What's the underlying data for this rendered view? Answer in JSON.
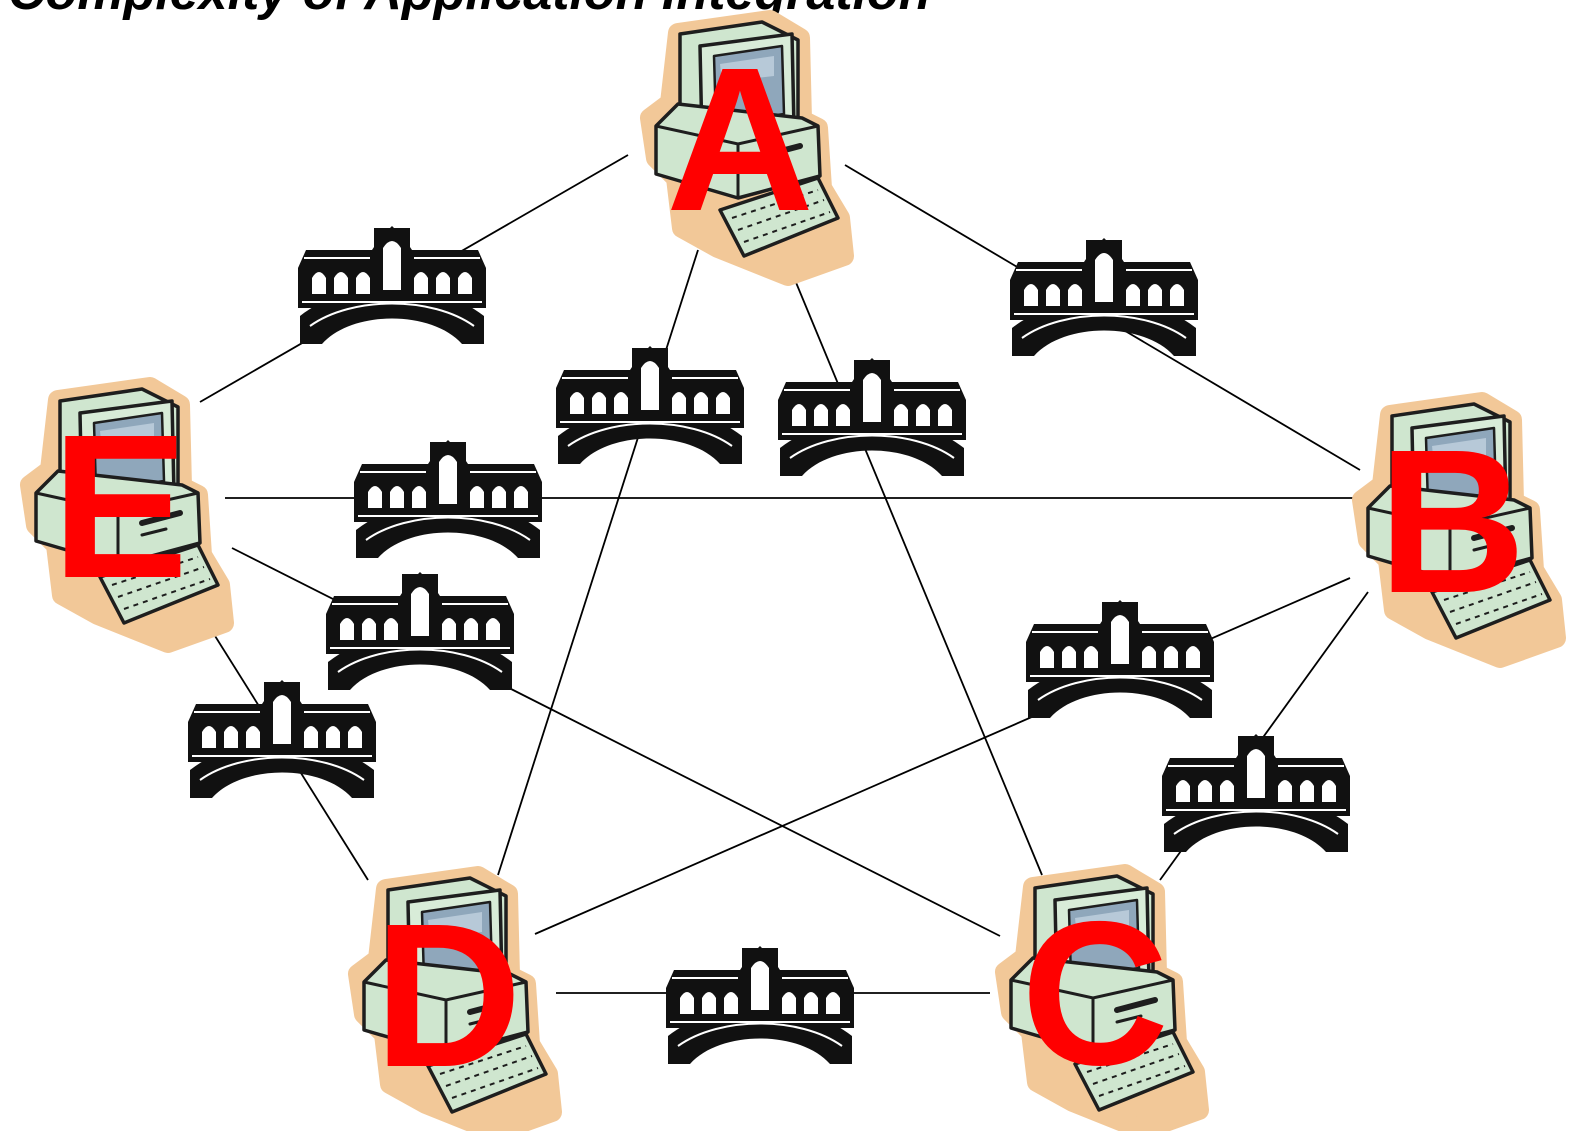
{
  "title": "Complexity of Application Integration",
  "colors": {
    "line": "#000000",
    "label": "#ff0000",
    "halo": "#f2c898",
    "casing": "#cfe6cf",
    "casing_stroke": "#2a2a2a",
    "screen": "#8fa7bb",
    "bridge": "#111111",
    "background": "#ffffff"
  },
  "icons": {
    "node": "computer-icon",
    "connector": "bridge-icon"
  },
  "nodes": [
    {
      "id": "A",
      "label": "A"
    },
    {
      "id": "B",
      "label": "B"
    },
    {
      "id": "C",
      "label": "C"
    },
    {
      "id": "D",
      "label": "D"
    },
    {
      "id": "E",
      "label": "E"
    }
  ],
  "connections": [
    {
      "from": "A",
      "to": "E"
    },
    {
      "from": "A",
      "to": "B"
    },
    {
      "from": "A",
      "to": "D"
    },
    {
      "from": "A",
      "to": "C"
    },
    {
      "from": "E",
      "to": "B"
    },
    {
      "from": "E",
      "to": "C"
    },
    {
      "from": "E",
      "to": "D"
    },
    {
      "from": "B",
      "to": "D"
    },
    {
      "from": "B",
      "to": "C"
    },
    {
      "from": "D",
      "to": "C"
    }
  ]
}
